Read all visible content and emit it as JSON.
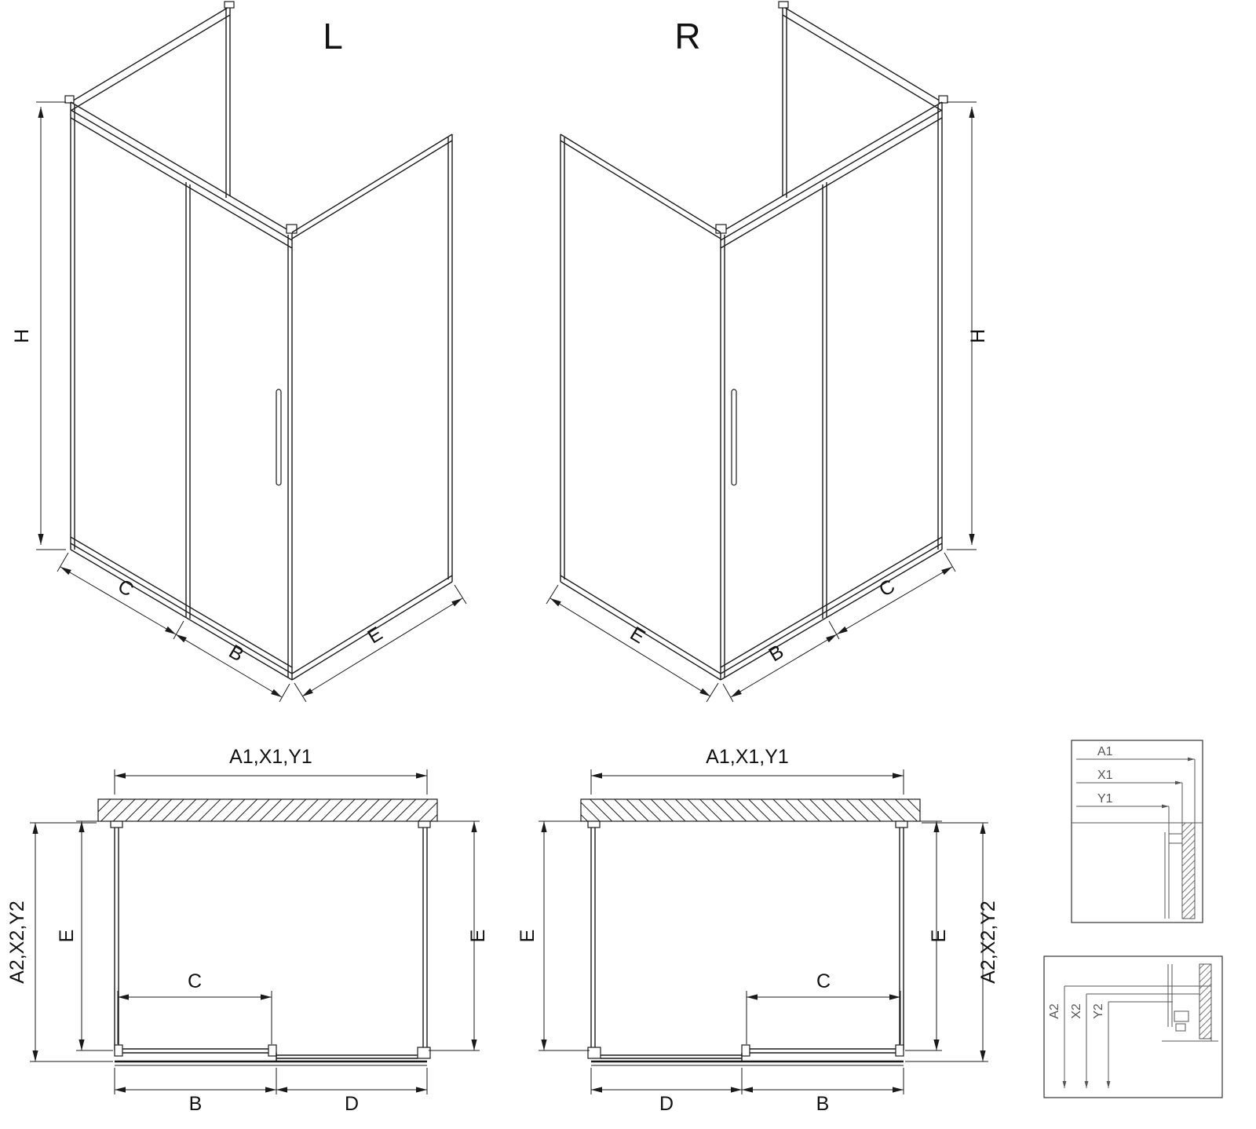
{
  "colors": {
    "ink": "#1a1a1a",
    "detail": "#555555",
    "bg": "#ffffff"
  },
  "iso_left": {
    "title": "L",
    "dim_h": "H",
    "dim_c": "C",
    "dim_b": "B",
    "dim_e": "E"
  },
  "iso_right": {
    "title": "R",
    "dim_h": "H",
    "dim_c": "C",
    "dim_b": "B",
    "dim_e": "E"
  },
  "plan_left": {
    "dim_top": "A1,X1,Y1",
    "dim_depth": "A2,X2,Y2",
    "dim_e_left": "E",
    "dim_e_right": "E",
    "dim_c": "C",
    "dim_b": "B",
    "dim_d": "D"
  },
  "plan_right": {
    "dim_top": "A1,X1,Y1",
    "dim_depth": "A2,X2,Y2",
    "dim_e_left": "E",
    "dim_e_right": "E",
    "dim_c": "C",
    "dim_b": "B",
    "dim_d": "D"
  },
  "detail_wall_joint": {
    "dim_a1": "A1",
    "dim_x1": "X1",
    "dim_y1": "Y1"
  },
  "detail_floor_joint": {
    "dim_a2": "A2",
    "dim_x2": "X2",
    "dim_y2": "Y2"
  }
}
